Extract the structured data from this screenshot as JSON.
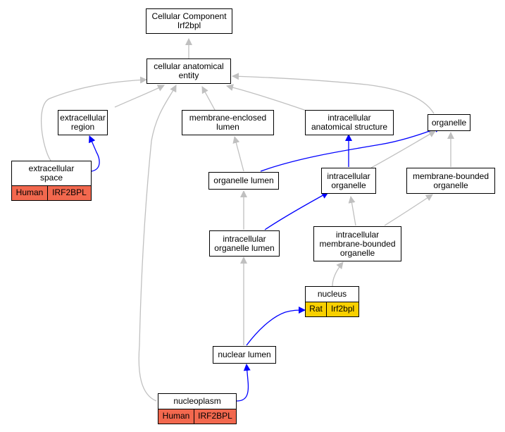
{
  "nodes": {
    "root": {
      "line1": "Cellular Component",
      "line2": "Irf2bpl"
    },
    "cae": {
      "line1": "cellular anatomical",
      "line2": "entity"
    },
    "extracellular_region": {
      "line1": "extracellular",
      "line2": "region"
    },
    "membrane_enclosed_lumen": {
      "line1": "membrane-enclosed",
      "line2": "lumen"
    },
    "intracellular_anatomical_structure": {
      "line1": "intracellular",
      "line2": "anatomical structure"
    },
    "organelle": {
      "line1": "organelle"
    },
    "extracellular_space": {
      "line1": "extracellular",
      "line2": "space",
      "species": "Human",
      "gene": "IRF2BPL"
    },
    "organelle_lumen": {
      "line1": "organelle lumen"
    },
    "intracellular_organelle": {
      "line1": "intracellular",
      "line2": "organelle"
    },
    "membrane_bounded_organelle": {
      "line1": "membrane-bounded",
      "line2": "organelle"
    },
    "intracellular_organelle_lumen": {
      "line1": "intracellular",
      "line2": "organelle lumen"
    },
    "intracellular_membrane_bounded_organelle": {
      "line1": "intracellular",
      "line2": "membrane-bounded",
      "line3": "organelle"
    },
    "nucleus": {
      "line1": "nucleus",
      "species": "Rat",
      "gene": "Irf2bpl"
    },
    "nuclear_lumen": {
      "line1": "nuclear lumen"
    },
    "nucleoplasm": {
      "line1": "nucleoplasm",
      "species": "Human",
      "gene": "IRF2BPL"
    }
  },
  "colors": {
    "is_a_edge": "#c0c0c0",
    "part_of_edge": "#0000ff",
    "human": "#f2684e",
    "rat": "#f8d000"
  }
}
